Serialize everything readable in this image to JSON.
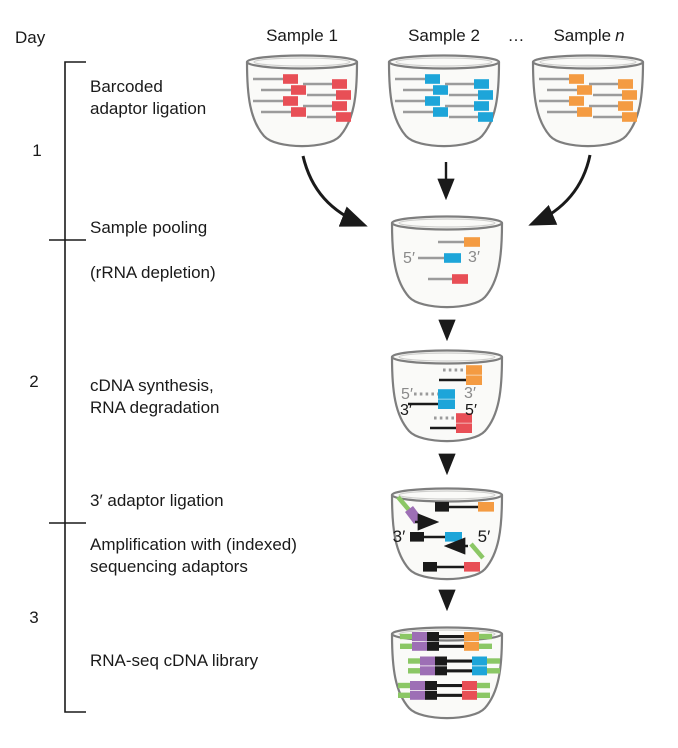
{
  "header": {
    "day_label": "Day",
    "sample1": "Sample 1",
    "sample2": "Sample 2",
    "ellipsis": "…",
    "sample_n_prefix": "Sample",
    "sample_n_var": "n"
  },
  "days": [
    "1",
    "2",
    "3"
  ],
  "steps": {
    "barcoded": "Barcoded\nadaptor ligation",
    "pooling": "Sample pooling",
    "rrna": "(rRNA depletion)",
    "cdna": "cDNA synthesis,\nRNA degradation",
    "adaptor3": "3′ adaptor ligation",
    "amplification": "Amplification with (indexed)\nsequencing adaptors",
    "library": "RNA-seq cDNA library"
  },
  "strand_labels": {
    "five_prime": "5′",
    "three_prime": "3′"
  },
  "colors": {
    "red": "#e84f56",
    "blue": "#1da5d9",
    "orange": "#f49b42",
    "green": "#8bc765",
    "purple": "#9d6fb5",
    "gray_line": "#9b9b9b",
    "black": "#1a1a1a",
    "beaker_stroke": "#7e7e7e",
    "beaker_fill": "#fafaf8"
  }
}
